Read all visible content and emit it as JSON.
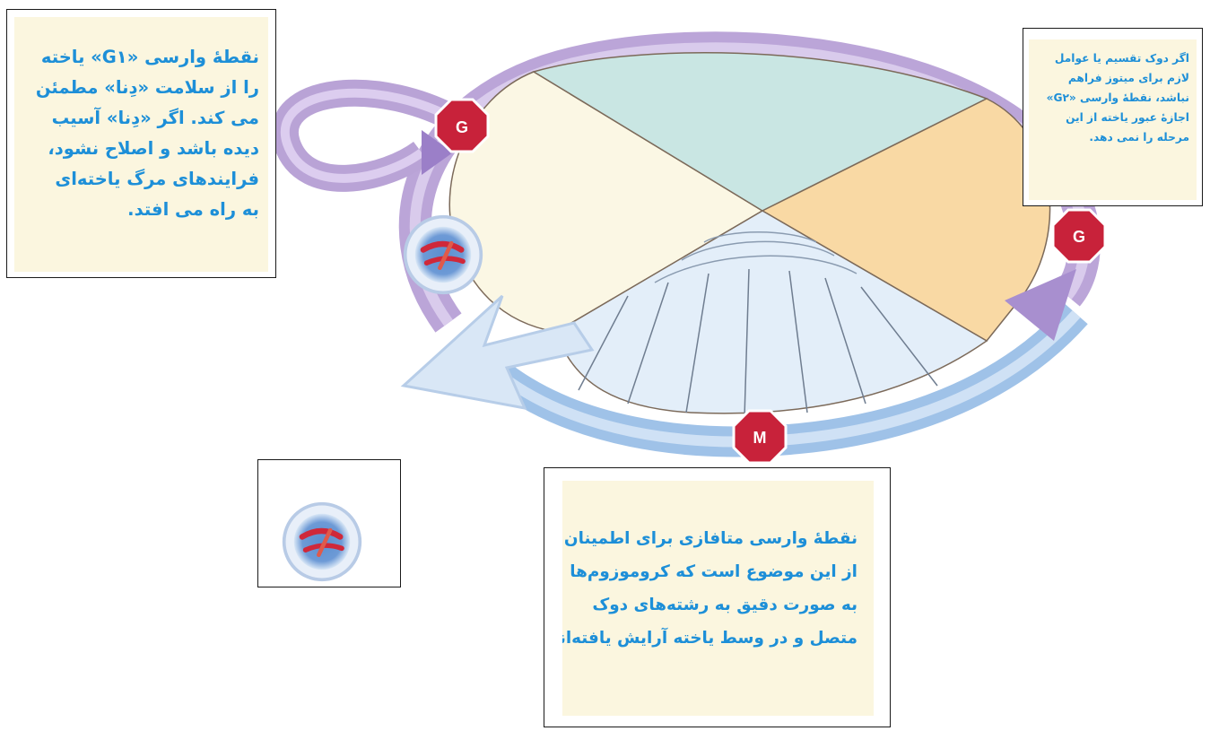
{
  "checkpoints": {
    "g1_label": "G",
    "g2_label": "G",
    "m_label": "M"
  },
  "callouts": {
    "g1": {
      "lines": [
        "نقطهٔ وارسی «G۱» یاخته",
        "را از سلامت «دِنا» مطمئن",
        "می کند. اگر «دِنا» آسیب",
        "دیده باشد و اصلاح نشود،",
        "فرایندهای مرگ یاخته‌ای",
        "به راه می افتد."
      ]
    },
    "g2": {
      "lines": [
        "اگر دوک تقسیم یا عوامل",
        "لازم برای میتوز فراهم",
        "نباشد، نقطهٔ وارسی «G۲»",
        "اجازهٔ عبور یاخته از این",
        "مرحله را نمی دهد."
      ]
    },
    "m": {
      "lines": [
        "نقطهٔ وارسی متافازی برای اطمینان",
        "از این موضوع است که کروموزوم‌ها",
        "به صورت دقیق به رشته‌های دوک",
        "متصل و در وسط یاخته آرایش یافته‌اند."
      ]
    }
  },
  "colors": {
    "cycle_ring_purple": "#b9a3d6",
    "cycle_ring_blue": "#a9c9ea",
    "g1_sector": "#fbf7e4",
    "s_sector": "#c9e6e3",
    "g2_sector": "#f9d9a4",
    "m_sector": "#e3eef9",
    "stop_sign": "#c8223a",
    "callout_text": "#1d8fd8",
    "callout_bg": "#fbf6df"
  },
  "icons": [
    "stop-sign-icon",
    "g0-exit-icon"
  ]
}
